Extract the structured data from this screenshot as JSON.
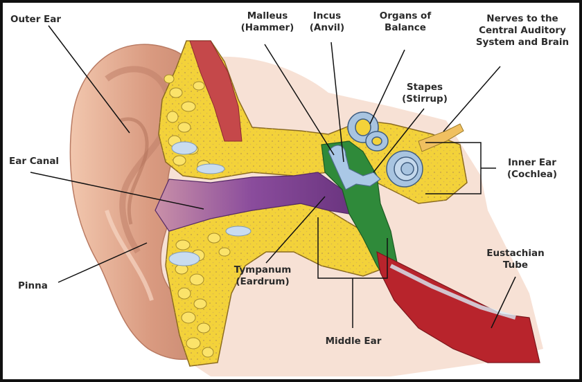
{
  "labels": {
    "outer_ear": "Outer Ear",
    "malleus": "Malleus\n(Hammer)",
    "incus": "Incus\n(Anvil)",
    "organs_of_balance": "Organs of\nBalance",
    "nerves": "Nerves to the\nCentral Auditory\nSystem and Brain",
    "stapes": "Stapes\n(Stirrup)",
    "ear_canal": "Ear Canal",
    "inner_ear": "Inner Ear\n(Cochlea)",
    "eustachian_tube": "Eustachian\nTube",
    "pinna": "Pinna",
    "tympanum": "Tympanum\n(Eardrum)",
    "middle_ear": "Middle Ear"
  },
  "colors": {
    "skin": "#d9967a",
    "skin_light": "#f0c2a8",
    "bone_yellow": "#f3d23a",
    "bone_dot": "#c9a64a",
    "canal_purple": "#7a3f8e",
    "middle_green": "#2f8a3a",
    "cochlea_blue": "#a8c4e0",
    "tube_red": "#b8242c",
    "muscle_red": "#c5484a"
  }
}
